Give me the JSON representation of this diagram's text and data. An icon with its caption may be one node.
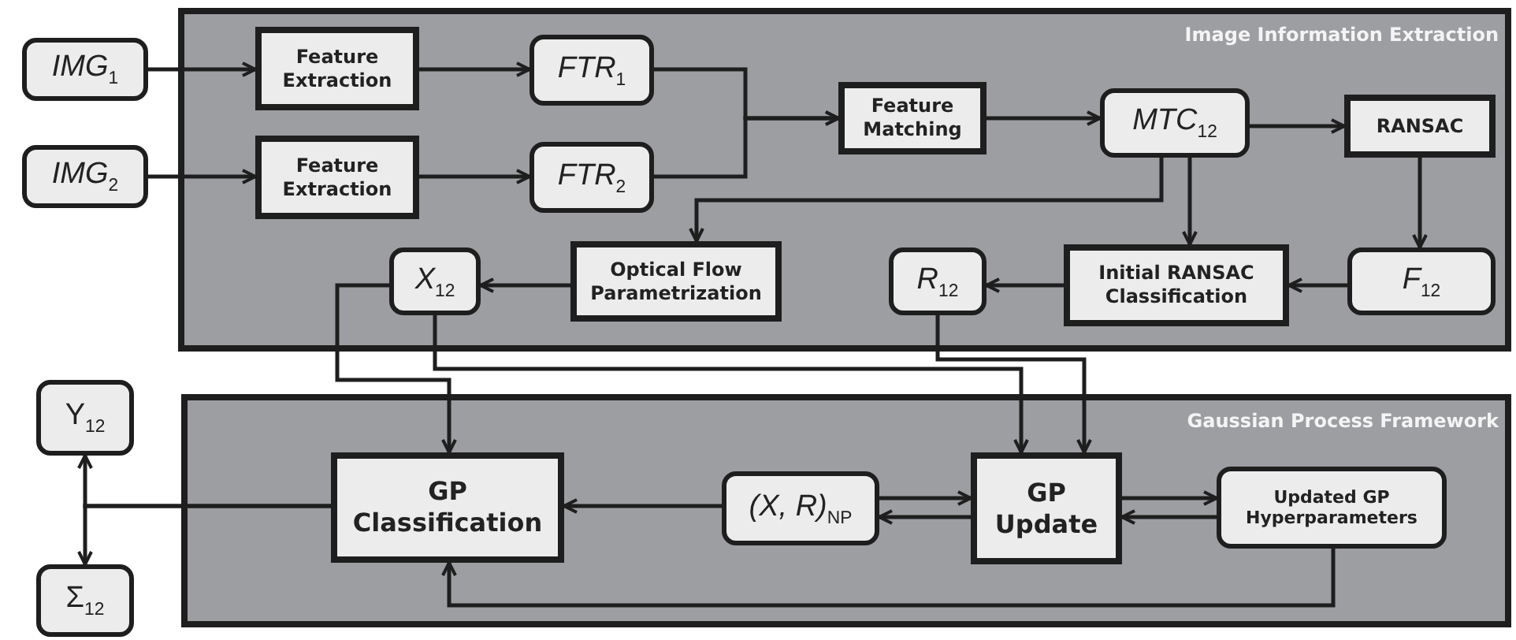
{
  "diagram": {
    "nodes": [
      {
        "text": [
          "Image Information Extraction"
        ]
      },
      {
        "text": [
          "*IMG*$_{1}$"
        ]
      },
      {
        "text": [
          "*IMG*$_{2}$"
        ]
      },
      {
        "text": [
          "Feature Extraction"
        ],
        "in": 0
      },
      {
        "text": [
          "Feature Extraction"
        ],
        "in": 0
      },
      {
        "text": [
          "*FTR*$_{1}$"
        ],
        "in": 0
      },
      {
        "text": [
          "*FTR*$_{2}$"
        ],
        "in": 0
      },
      {
        "text": [
          "Feature Matching"
        ],
        "in": 0
      },
      {
        "text": [
          "*MTC*$_{12}$"
        ],
        "in": 0
      },
      {
        "text": [
          "RANSAC"
        ],
        "in": 0
      },
      {
        "text": [
          "Optical Flow Parametrization"
        ],
        "in": 0
      },
      {
        "text": [
          "*X*$_{12}$"
        ],
        "in": 0
      },
      {
        "text": [
          "Initial RANSAC Classification"
        ],
        "in": 0
      },
      {
        "text": [
          "*R*$_{12}$"
        ],
        "in": 0
      },
      {
        "text": [
          "*F*$_{12}$"
        ],
        "in": 0
      },
      {
        "text": [
          "Gaussian Process Framework"
        ]
      },
      {
        "text": [
          "Y$_{12}$"
        ]
      },
      {
        "text": [
          "Σ$_{12}$"
        ]
      },
      {
        "text": [
          "GP Classification"
        ],
        "in": 15
      },
      {
        "text": [
          "*(X, R)*$_{NP}$"
        ],
        "in": 15
      },
      {
        "text": [
          "GP Update"
        ],
        "in": 15
      },
      {
        "text": [
          "Updated GP Hyperparameters"
        ],
        "in": 15
      }
    ],
    "edges": [
      {
        "from": 1,
        "to": 3,
        "arrow": "to"
      },
      {
        "from": 2,
        "to": 4,
        "arrow": "to"
      },
      {
        "from": 3,
        "to": 5,
        "arrow": "to"
      },
      {
        "from": 4,
        "to": 6,
        "arrow": "to"
      },
      {
        "from": 5,
        "to": 7,
        "arrow": "to"
      },
      {
        "from": 6,
        "to": 7,
        "arrow": "to"
      },
      {
        "from": 7,
        "to": 8,
        "arrow": "to"
      },
      {
        "from": 8,
        "to": 9,
        "arrow": "to"
      },
      {
        "from": 9,
        "to": 14,
        "arrow": "to"
      },
      {
        "from": 8,
        "to": 12,
        "arrow": "to"
      },
      {
        "from": 8,
        "to": 10,
        "arrow": "to"
      },
      {
        "from": 14,
        "to": 12,
        "arrow": "to"
      },
      {
        "from": 12,
        "to": 13,
        "arrow": "to"
      },
      {
        "from": 10,
        "to": 11,
        "arrow": "to"
      },
      {
        "from": 11,
        "to": 18,
        "arrow": "to"
      },
      {
        "from": 11,
        "to": 20,
        "arrow": "to"
      },
      {
        "from": 13,
        "to": 20,
        "arrow": "to"
      },
      {
        "from": 19,
        "to": 20,
        "arrow": "to"
      },
      {
        "from": 20,
        "to": 19,
        "arrow": "to"
      },
      {
        "from": 20,
        "to": 21,
        "arrow": "to"
      },
      {
        "from": 21,
        "to": 20,
        "arrow": "to"
      },
      {
        "from": 19,
        "to": 18,
        "arrow": "to"
      },
      {
        "from": 21,
        "to": 18,
        "arrow": "to"
      },
      {
        "from": 18,
        "to": 16,
        "arrow": "to"
      },
      {
        "from": 18,
        "to": 17,
        "arrow": "to"
      }
    ]
  }
}
